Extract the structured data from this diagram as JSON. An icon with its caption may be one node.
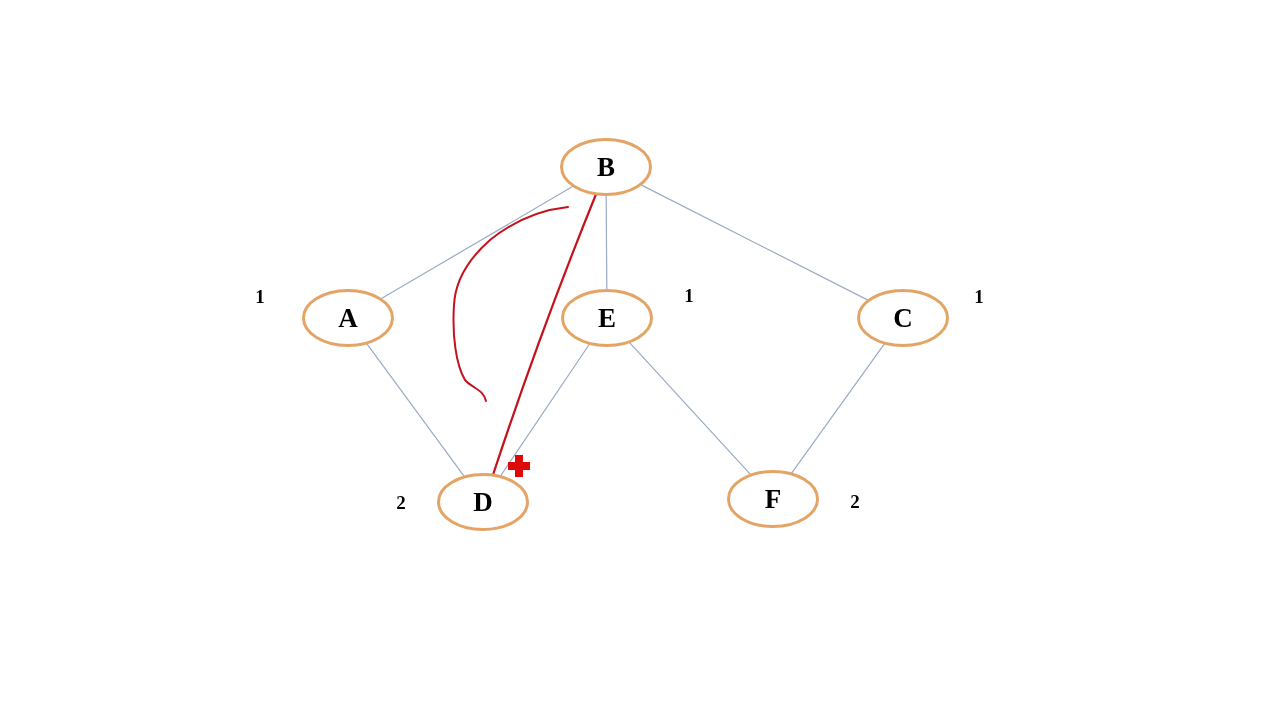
{
  "diagram": {
    "nodes": [
      {
        "text": [
          "B"
        ]
      },
      {
        "text": [
          "A"
        ],
        "beside": [
          "1"
        ]
      },
      {
        "text": [
          "E"
        ],
        "beside": [
          "1"
        ]
      },
      {
        "text": [
          "C"
        ],
        "beside": [
          "1"
        ]
      },
      {
        "text": [
          "D"
        ],
        "beside": [
          "2"
        ]
      },
      {
        "text": [
          "F"
        ],
        "beside": [
          "2"
        ]
      }
    ],
    "edges": [
      {
        "from": 0,
        "to": 1,
        "arrow": "none"
      },
      {
        "from": 0,
        "to": 2,
        "arrow": "none"
      },
      {
        "from": 0,
        "to": 3,
        "arrow": "none"
      },
      {
        "from": 1,
        "to": 4,
        "arrow": "none"
      },
      {
        "from": 2,
        "to": 4,
        "arrow": "none"
      },
      {
        "from": 2,
        "to": 5,
        "arrow": "none"
      },
      {
        "from": 3,
        "to": 5,
        "arrow": "none"
      },
      {
        "from": 0,
        "to": 4,
        "arrow": "none",
        "color": "#c4121c"
      }
    ]
  }
}
